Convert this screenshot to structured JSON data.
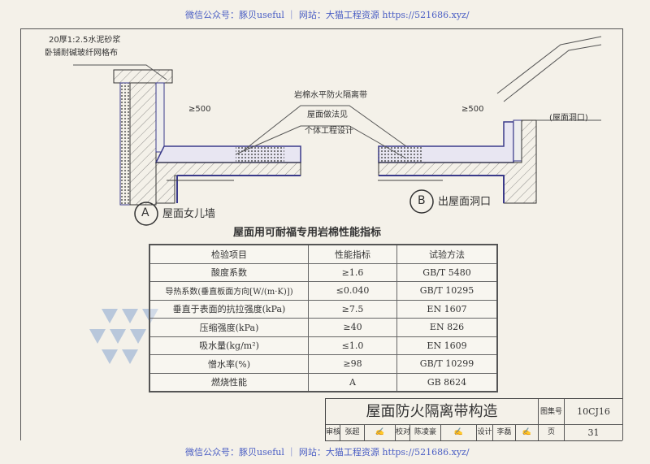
{
  "watermark": "微信公众号：豚贝useful ｜ 网站：大猫工程资源 https://521686.xyz/",
  "drawing": {
    "note_line1": "20厚1:2.5水泥砂浆",
    "note_line2": "卧铺耐碱玻纤网格布",
    "fire_band_label": "岩棉水平防火隔离带",
    "roof_note_line1": "屋面做法见",
    "roof_note_line2": "个体工程设计",
    "dim_left": "≥500",
    "dim_right": "≥500",
    "opening_label": "(屋面洞口)",
    "detail_a": {
      "marker": "A",
      "caption": "屋面女儿墙"
    },
    "detail_b": {
      "marker": "B",
      "caption": "出屋面洞口"
    }
  },
  "table": {
    "title": "屋面用可耐福专用岩棉性能指标",
    "headers": [
      "检验项目",
      "性能指标",
      "试验方法"
    ],
    "rows": [
      [
        "酸度系数",
        "≥1.6",
        "GB/T 5480"
      ],
      [
        "导热系数(垂直板面方向[W/(m·K)])",
        "≤0.040",
        "GB/T 10295"
      ],
      [
        "垂直于表面的抗拉强度(kPa)",
        "≥7.5",
        "EN 1607"
      ],
      [
        "压缩强度(kPa)",
        "≥40",
        "EN 826"
      ],
      [
        "吸水量(kg/m²)",
        "≤1.0",
        "EN 1609"
      ],
      [
        "憎水率(%)",
        "≥98",
        "GB/T 10299"
      ],
      [
        "燃烧性能",
        "A",
        "GB 8624"
      ]
    ]
  },
  "title_block": {
    "title": "屋面防火隔离带构造",
    "atlas_label": "图集号",
    "atlas_no": "10CJ16",
    "review_label": "审核",
    "reviewer": "张超",
    "check_label": "校对",
    "checker": "陈凌豪",
    "design_label": "设计",
    "designer": "李磊",
    "page_label": "页",
    "page_no": "31"
  }
}
